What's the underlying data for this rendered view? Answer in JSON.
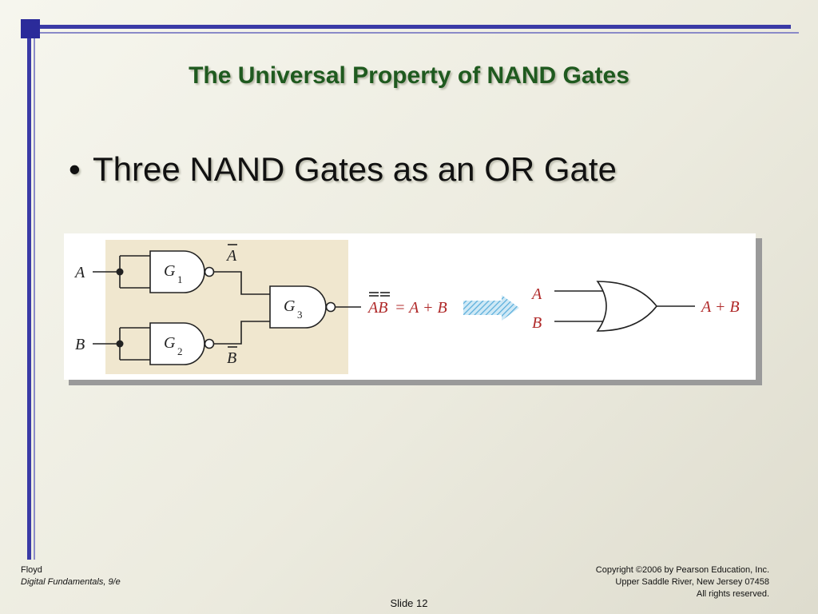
{
  "slide": {
    "title": "The Universal Property of NAND Gates",
    "bullet": "Three NAND Gates as an OR Gate"
  },
  "figure": {
    "inputs": [
      "A",
      "B"
    ],
    "gate_labels": {
      "g1": "G",
      "g1_sub": "1",
      "g2": "G",
      "g2_sub": "2",
      "g3": "G",
      "g3_sub": "3"
    },
    "not_a": "A",
    "not_b": "B",
    "output_expr_left": "AB",
    "output_expr_right": "= A + B",
    "or_inputs": [
      "A",
      "B"
    ],
    "or_output": "A + B"
  },
  "footer": {
    "author": "Floyd",
    "book": "Digital Fundamentals, 9/e",
    "copyright": "Copyright ©2006 by Pearson Education, Inc.",
    "address": "Upper Saddle River, New Jersey 07458",
    "rights": "All rights reserved.",
    "slide_number": "Slide 12"
  },
  "colors": {
    "title_green": "#1f5a1f",
    "accent_blue": "#3a3aa6",
    "panel_tan": "#f0e7cf",
    "arrow_blue": "#7ec4e6"
  }
}
